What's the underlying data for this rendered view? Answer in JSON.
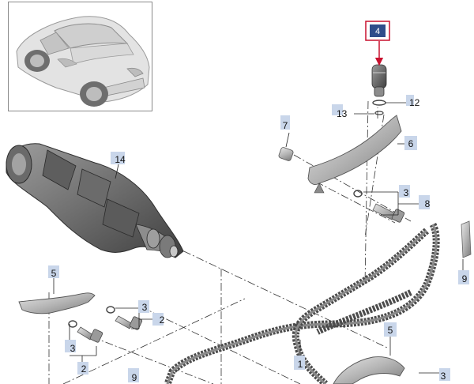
{
  "figure": {
    "highlight_color": "#c8102e",
    "callout_fill": "#c9d6ea",
    "highlight_fill": "#2f4d8a"
  },
  "thumbnail": {
    "icon": "sports-car-icon"
  },
  "callouts": {
    "c4": "4",
    "c12": "12",
    "c13": "13",
    "c7": "7",
    "c6": "6",
    "c14": "14",
    "c3a": "3",
    "c8": "8",
    "c5a": "5",
    "c3b": "3",
    "c2a": "2",
    "c3c": "3",
    "c2b": "2",
    "c9a": "9",
    "c1": "1",
    "c5b": "5",
    "c9b": "9",
    "c3d": "3"
  }
}
